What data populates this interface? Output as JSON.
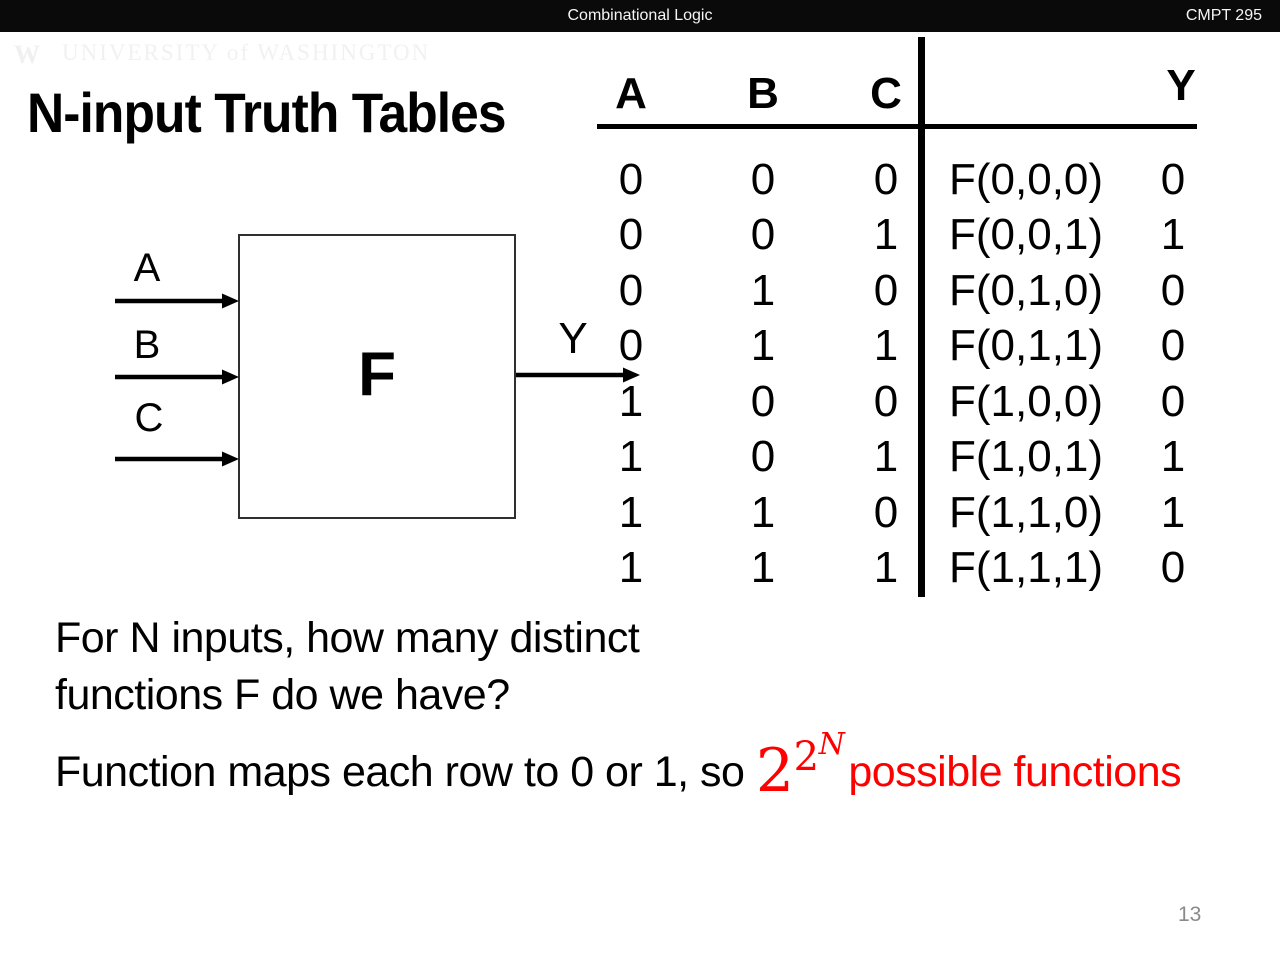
{
  "top_bar": {
    "lecture_title": "Combinational Logic",
    "course_code": "CMPT 295",
    "bg_color": "#0a0a0a"
  },
  "watermark": {
    "logo_glyph": "W",
    "text": "UNIVERSITY of WASHINGTON"
  },
  "title": "N-input Truth Tables",
  "diagram": {
    "input_labels": [
      "A",
      "B",
      "C"
    ],
    "block_label": "F",
    "output_label": "Y"
  },
  "truth_table": {
    "col_headers": {
      "a": "A",
      "b": "B",
      "c": "C",
      "y": "Y"
    },
    "rows": [
      {
        "a": "0",
        "b": "0",
        "c": "0",
        "f": "F(0,0,0)",
        "y": "0"
      },
      {
        "a": "0",
        "b": "0",
        "c": "1",
        "f": "F(0,0,1)",
        "y": "1"
      },
      {
        "a": "0",
        "b": "1",
        "c": "0",
        "f": "F(0,1,0)",
        "y": "0"
      },
      {
        "a": "0",
        "b": "1",
        "c": "1",
        "f": "F(0,1,1)",
        "y": "0"
      },
      {
        "a": "1",
        "b": "0",
        "c": "0",
        "f": "F(1,0,0)",
        "y": "0"
      },
      {
        "a": "1",
        "b": "0",
        "c": "1",
        "f": "F(1,0,1)",
        "y": "1"
      },
      {
        "a": "1",
        "b": "1",
        "c": "0",
        "f": "F(1,1,0)",
        "y": "1"
      },
      {
        "a": "1",
        "b": "1",
        "c": "1",
        "f": "F(1,1,1)",
        "y": "0"
      }
    ]
  },
  "question": {
    "line1": "For N inputs, how many distinct",
    "line2": "functions F do we have?"
  },
  "statement": {
    "prefix": "Function maps each row to 0 or 1, so ",
    "formula_base": "2",
    "formula_sup": "2",
    "formula_supsup": "N",
    "suffix": "possible functions",
    "accent_color": "#ff0000"
  },
  "page_number": "13"
}
